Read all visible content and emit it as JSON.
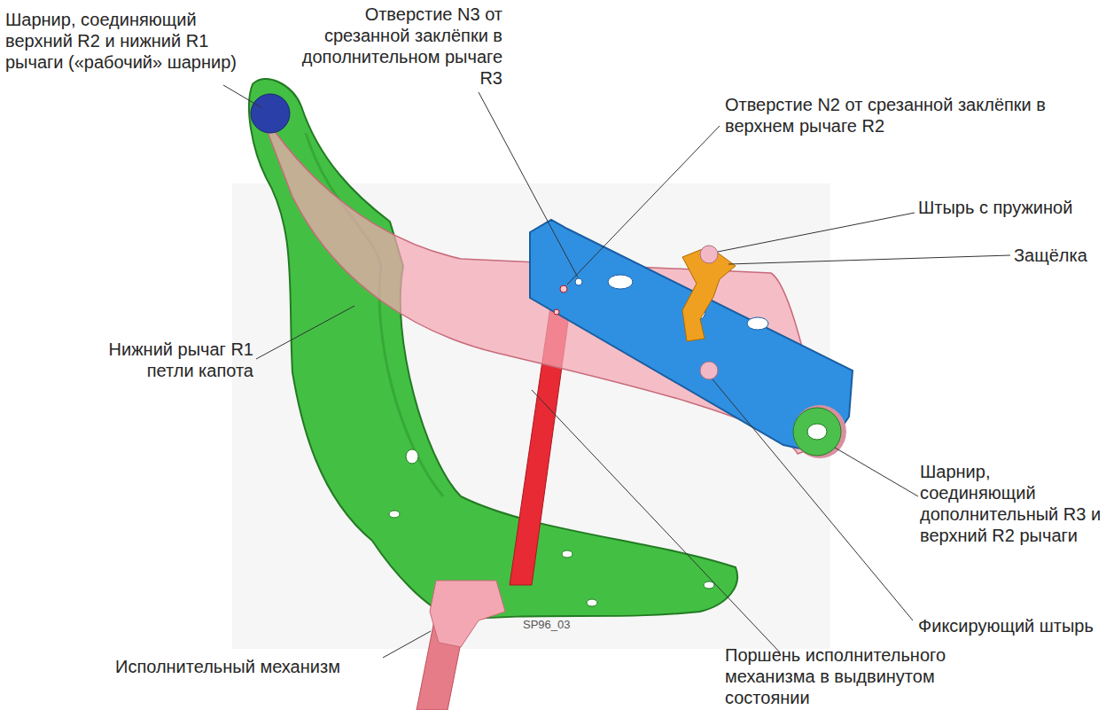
{
  "diagram": {
    "labels": [
      "Отверстие N3 от срезанной заклёпки в дополнительном рычаге R3",
      "Шарнир, соединяющий верхний R2 и нижний R1 рычаги («рабочий» шарнир)",
      "Отверстие N2 от срезанной заклёпки в верхнем рычаге R2",
      "Штырь с пружиной",
      "Защёлка",
      "Нижний рычаг R1 петли капота",
      "Шарнир, соединяющий дополнительный R3 и верхний R2 рычаги",
      "SP96_03",
      "Фиксирующий штырь",
      "Исполнительный механизм",
      "Поршень исполнительного механизма в выдвинутом состоянии"
    ]
  }
}
